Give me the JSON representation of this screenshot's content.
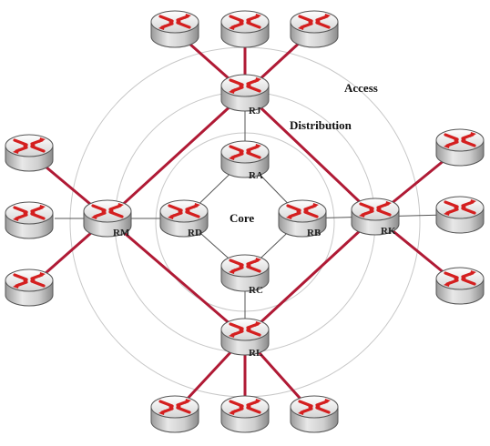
{
  "rings": {
    "access_label": "Access",
    "distribution_label": "Distribution",
    "core_label": "Core"
  },
  "routers": {
    "RJ": "RJ",
    "RK": "RK",
    "RL": "RL",
    "RM": "RM",
    "RA": "RA",
    "RB": "RB",
    "RC": "RC",
    "RD": "RD"
  },
  "colors": {
    "link": "#b01a35",
    "core_link": "#555555",
    "ring": "#c8c8c8",
    "arrow": "#d41f1f",
    "router_body": "#dcdcdc"
  }
}
